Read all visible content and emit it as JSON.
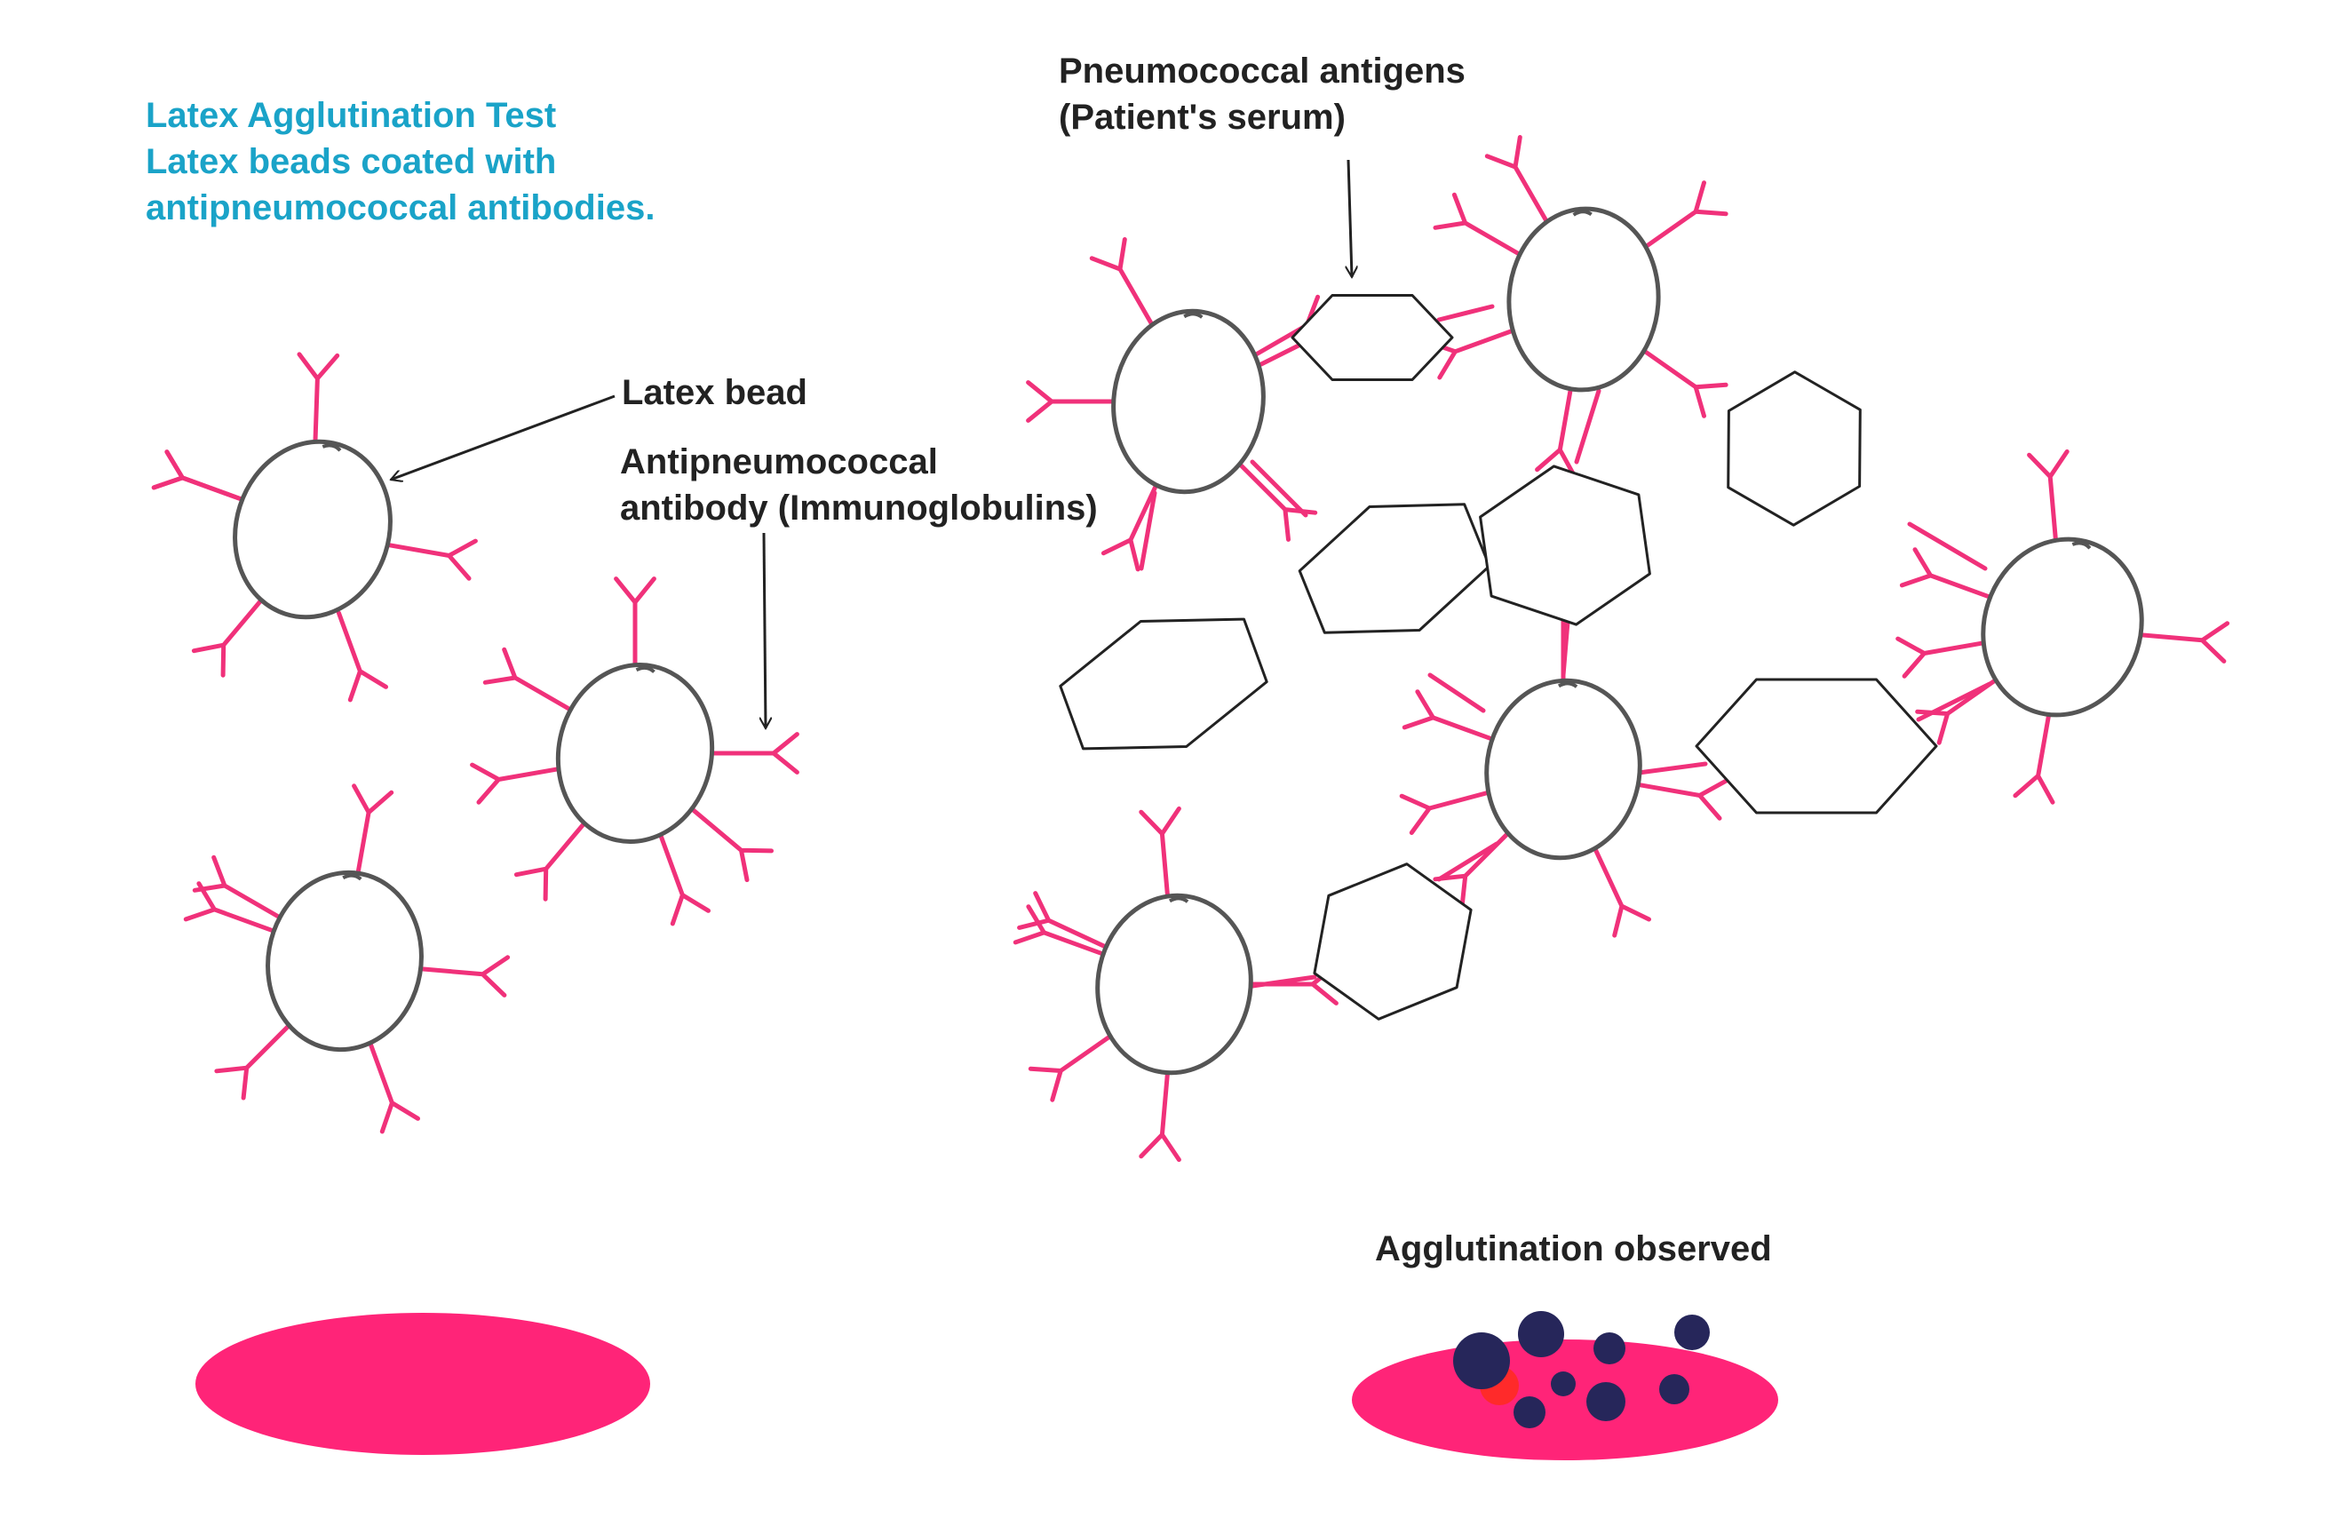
{
  "title_lines": [
    "Latex Agglutination Test",
    "Latex beads coated with",
    "antipneumococcal antibodies."
  ],
  "labels": {
    "latex_bead": "Latex bead",
    "antibody_lines": [
      "Antipneumococcal",
      "antibody (Immunoglobulins)"
    ],
    "antigen_lines": [
      "Pneumococcal antigens",
      "(Patient's serum)"
    ],
    "agglutination": "Agglutination observed"
  },
  "colors": {
    "title": "#1aa3c8",
    "label_text": "#222222",
    "antibody": "#f0317a",
    "bead_outline": "#555555",
    "antigen_outline": "#222222",
    "slide": "#ff2478",
    "clump": "#26265a",
    "clump_highlight": "#ff2a2a"
  }
}
